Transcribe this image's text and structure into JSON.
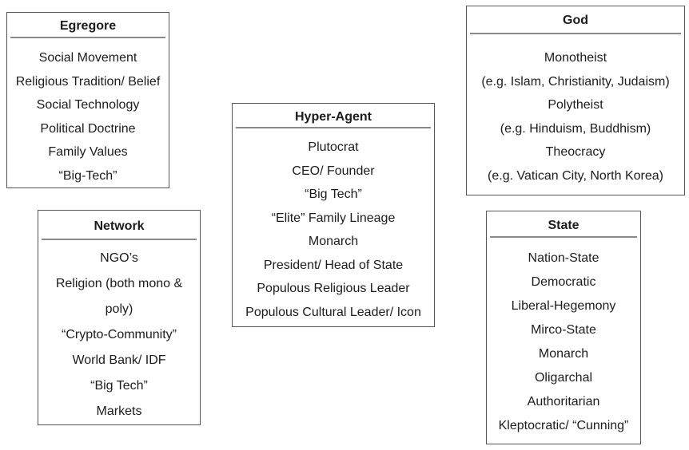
{
  "canvas": {
    "background": "#ffffff",
    "border_color": "#565656",
    "separator_color": "#8a8a8a",
    "text_color": "#1c1c1c"
  },
  "boxes": [
    {
      "id": "egregore",
      "title": "Egregore",
      "items": [
        "Social Movement",
        "Religious Tradition/ Belief",
        "Social Technology",
        "Political Doctrine",
        "Family Values",
        "“Big-Tech”"
      ]
    },
    {
      "id": "god",
      "title": "God",
      "items": [
        "Monotheist",
        "(e.g. Islam, Christianity, Judaism)",
        "Polytheist",
        "(e.g. Hinduism, Buddhism)",
        "Theocracy",
        "(e.g. Vatican City, North Korea)"
      ]
    },
    {
      "id": "hyper_agent",
      "title": "Hyper-Agent",
      "items": [
        "Plutocrat",
        "CEO/ Founder",
        "“Big Tech”",
        "“Elite” Family Lineage",
        "Monarch",
        "President/ Head of State",
        "Populous Religious Leader",
        "Populous Cultural Leader/ Icon"
      ]
    },
    {
      "id": "network",
      "title": "Network",
      "items": [
        "NGO’s",
        "Religion (both mono & poly)",
        "“Crypto-Community”",
        "World Bank/ IDF",
        "“Big Tech”",
        "Markets"
      ]
    },
    {
      "id": "state",
      "title": "State",
      "items": [
        "Nation-State",
        "Democratic",
        "Liberal-Hegemony",
        "Mirco-State",
        "Monarch",
        "Oligarchal",
        "Authoritarian",
        "Kleptocratic/ “Cunning”"
      ]
    }
  ]
}
